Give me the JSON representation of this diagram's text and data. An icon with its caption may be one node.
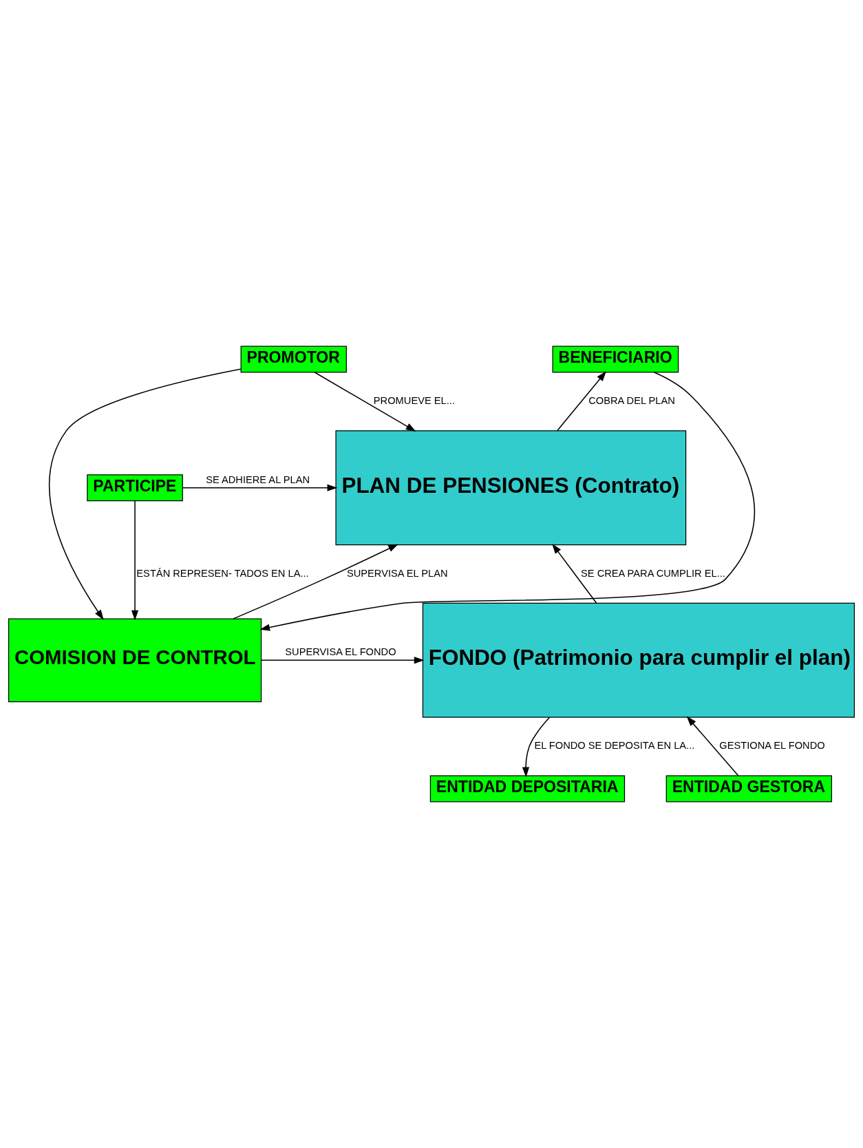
{
  "diagram": {
    "nodes": [
      {
        "text": [
          "PROMOTOR"
        ]
      },
      {
        "text": [
          "BENEFICIARIO"
        ]
      },
      {
        "text": [
          "PLAN DE PENSIONES (Contrato)"
        ]
      },
      {
        "text": [
          "PARTICIPE"
        ]
      },
      {
        "text": [
          "COMISION DE CONTROL"
        ]
      },
      {
        "text": [
          "FONDO (Patrimonio para cumplir el plan)"
        ]
      },
      {
        "text": [
          "ENTIDAD GESTORA"
        ]
      },
      {
        "text": [
          "ENTIDAD DEPOSITARIA"
        ]
      }
    ],
    "edges": [
      {
        "from": 0,
        "to": 2,
        "arrow": "to",
        "label": "PROMUEVE EL..."
      },
      {
        "from": 2,
        "to": 1,
        "arrow": "to",
        "label": "COBRA DEL PLAN"
      },
      {
        "from": 3,
        "to": 2,
        "arrow": "to",
        "label": "SE ADHIERE AL PLAN"
      },
      {
        "from": 3,
        "to": 4,
        "arrow": "to",
        "label": "ESTÁN REPRESEN- TADOS EN LA..."
      },
      {
        "from": 4,
        "to": 2,
        "arrow": "to",
        "label": "SUPERVISA EL PLAN"
      },
      {
        "from": 5,
        "to": 2,
        "arrow": "to",
        "label": "SE CREA PARA CUMPLIR EL..."
      },
      {
        "from": 4,
        "to": 5,
        "arrow": "to",
        "label": "SUPERVISA EL FONDO"
      },
      {
        "from": 1,
        "to": 4,
        "arrow": "to"
      },
      {
        "from": 0,
        "to": 4,
        "arrow": "to"
      },
      {
        "from": 6,
        "to": 5,
        "arrow": "to",
        "label": "GESTIONA EL FONDO"
      },
      {
        "from": 5,
        "to": 7,
        "arrow": "to",
        "label": "EL FONDO SE DEPOSITA EN LA..."
      }
    ]
  }
}
